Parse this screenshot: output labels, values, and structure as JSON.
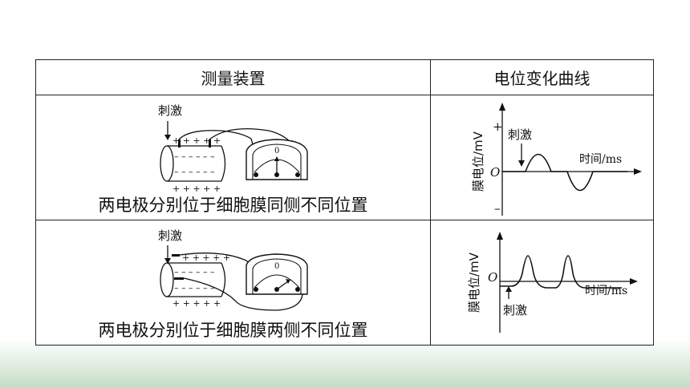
{
  "table": {
    "header_device": "测量装置",
    "header_curve": "电位变化曲线",
    "rows": [
      {
        "stimulus_label": "刺激",
        "plus_top": "+ + + + +",
        "minus_top": "– – – – – –",
        "minus_bottom": "– – – – – –",
        "plus_bottom": "+ + + + +",
        "meter_zero": "0",
        "caption": "两电极分别位于细胞膜同侧不同位置",
        "curve": {
          "ylabel": "膜电位/mV",
          "plus": "+",
          "zero": "O",
          "minus": "–",
          "xlabel": "时间/ms",
          "stimulus": "刺激"
        }
      },
      {
        "stimulus_label": "刺激",
        "plus_top": "+ + + + +",
        "minus_top": "– – – – – –",
        "minus_bottom": "– – – – – –",
        "plus_bottom": "+ + + + +",
        "meter_zero": "0",
        "caption": "两电极分别位于细胞膜两侧不同位置",
        "curve": {
          "ylabel": "膜电位/mV",
          "zero": "O",
          "xlabel": "时间/ms",
          "stimulus": "刺激"
        }
      }
    ]
  }
}
